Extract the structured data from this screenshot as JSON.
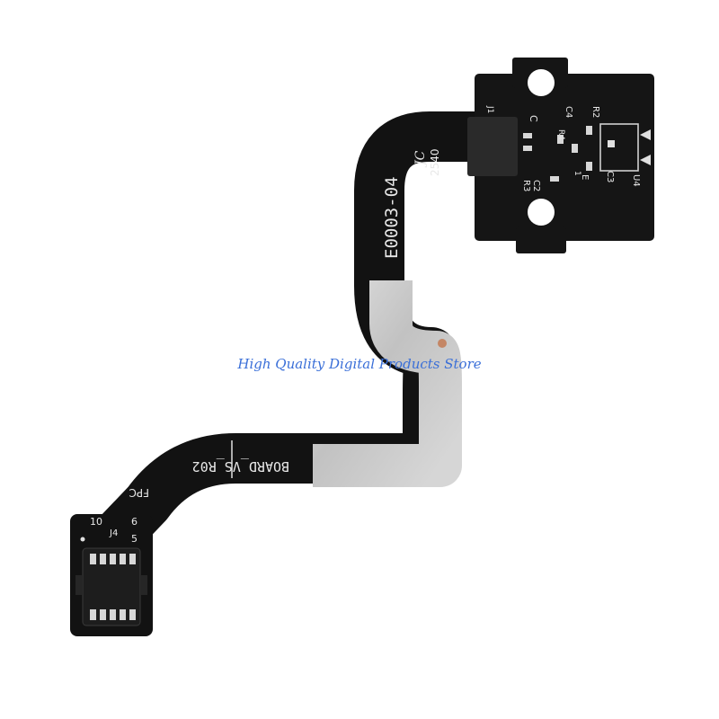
{
  "watermark": {
    "text": "High Quality Digital Products Store",
    "color": "#3a6fd8"
  },
  "pcb": {
    "part_number": "E0003-04",
    "date_code": "2540",
    "maker_mark": "JC",
    "board_label": "BOARD_VS_R02",
    "fpc_label": "FPC",
    "connector_ref": "J4",
    "connector_pin_10": "10",
    "connector_pin_6": "6",
    "connector_pin_5": "5",
    "ref_j1": "J1",
    "ref_c": "C",
    "ref_c4": "C4",
    "ref_r2": "R2",
    "ref_r4": "R4",
    "ref_c2": "C2",
    "ref_r3": "R3",
    "ref_c3": "C3",
    "ref_u4": "U4",
    "ref_e": "E",
    "ref_1": "1",
    "colors": {
      "substrate": "#121212",
      "stiffener": "#c9c9c9",
      "silkscreen": "#e8e8e8",
      "pads": "#d7d7d7"
    }
  }
}
